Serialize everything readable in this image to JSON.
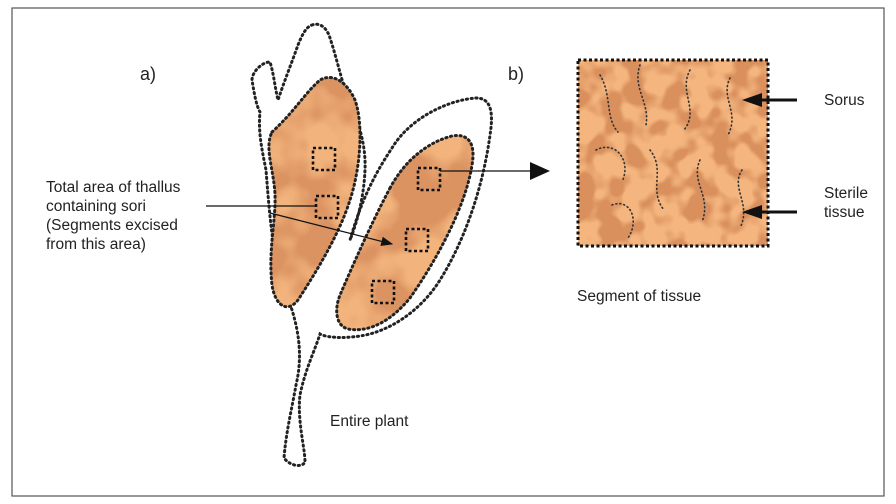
{
  "labels": {
    "panel_a": "a)",
    "panel_b": "b)",
    "total_area_lines": [
      "Total area of thallus",
      "containing sori",
      "(Segments excised",
      "from this area)"
    ],
    "segment_of_tissue": "Segment of tissue",
    "entire_plant": "Entire plant",
    "sorus": "Sorus",
    "sterile_lines": [
      "Sterile",
      "tissue"
    ]
  },
  "colors": {
    "sorus_dark": "#b5491f",
    "sterile_light": "#f0b27a",
    "outline": "#222222",
    "frame": "#555555"
  }
}
